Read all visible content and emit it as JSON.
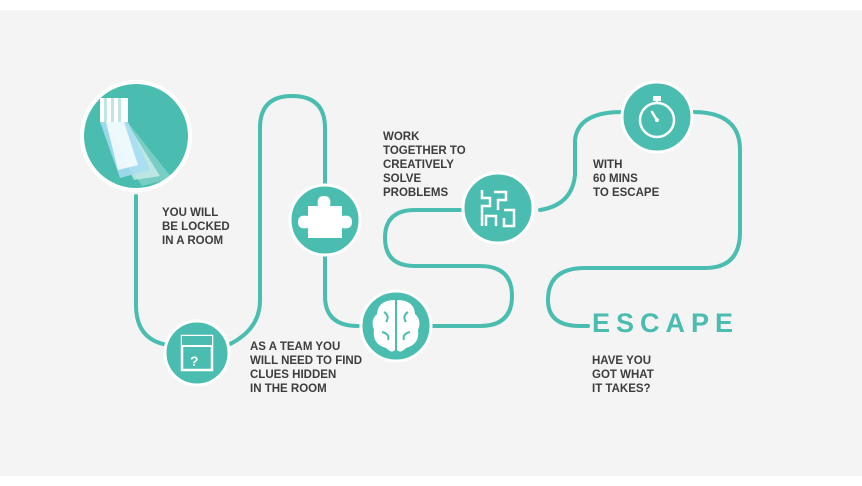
{
  "colors": {
    "teal": "#4bbdb0",
    "text": "#3d3d3d",
    "background": "#f4f4f4"
  },
  "steps": [
    {
      "icon": "door-light-icon",
      "lines": [
        "YOU WILL",
        "BE LOCKED",
        "IN A ROOM"
      ]
    },
    {
      "icon": "question-box-icon",
      "lines": [
        "AS A TEAM YOU",
        "WILL NEED TO FIND",
        "CLUES HIDDEN",
        "IN THE ROOM"
      ]
    },
    {
      "icon": "puzzle-piece-icon",
      "lines": []
    },
    {
      "icon": "brain-icon",
      "lines": []
    },
    {
      "icon": "puzzle-blocks-icon",
      "lines": [
        "WORK",
        "TOGETHER TO",
        "CREATIVELY",
        "SOLVE",
        "PROBLEMS"
      ]
    },
    {
      "icon": "stopwatch-icon",
      "lines": [
        "WITH",
        "60 MINS",
        "TO ESCAPE"
      ]
    }
  ],
  "finale": {
    "title": "ESCAPE",
    "tagline": [
      "HAVE YOU",
      "GOT WHAT",
      "IT TAKES?"
    ]
  }
}
